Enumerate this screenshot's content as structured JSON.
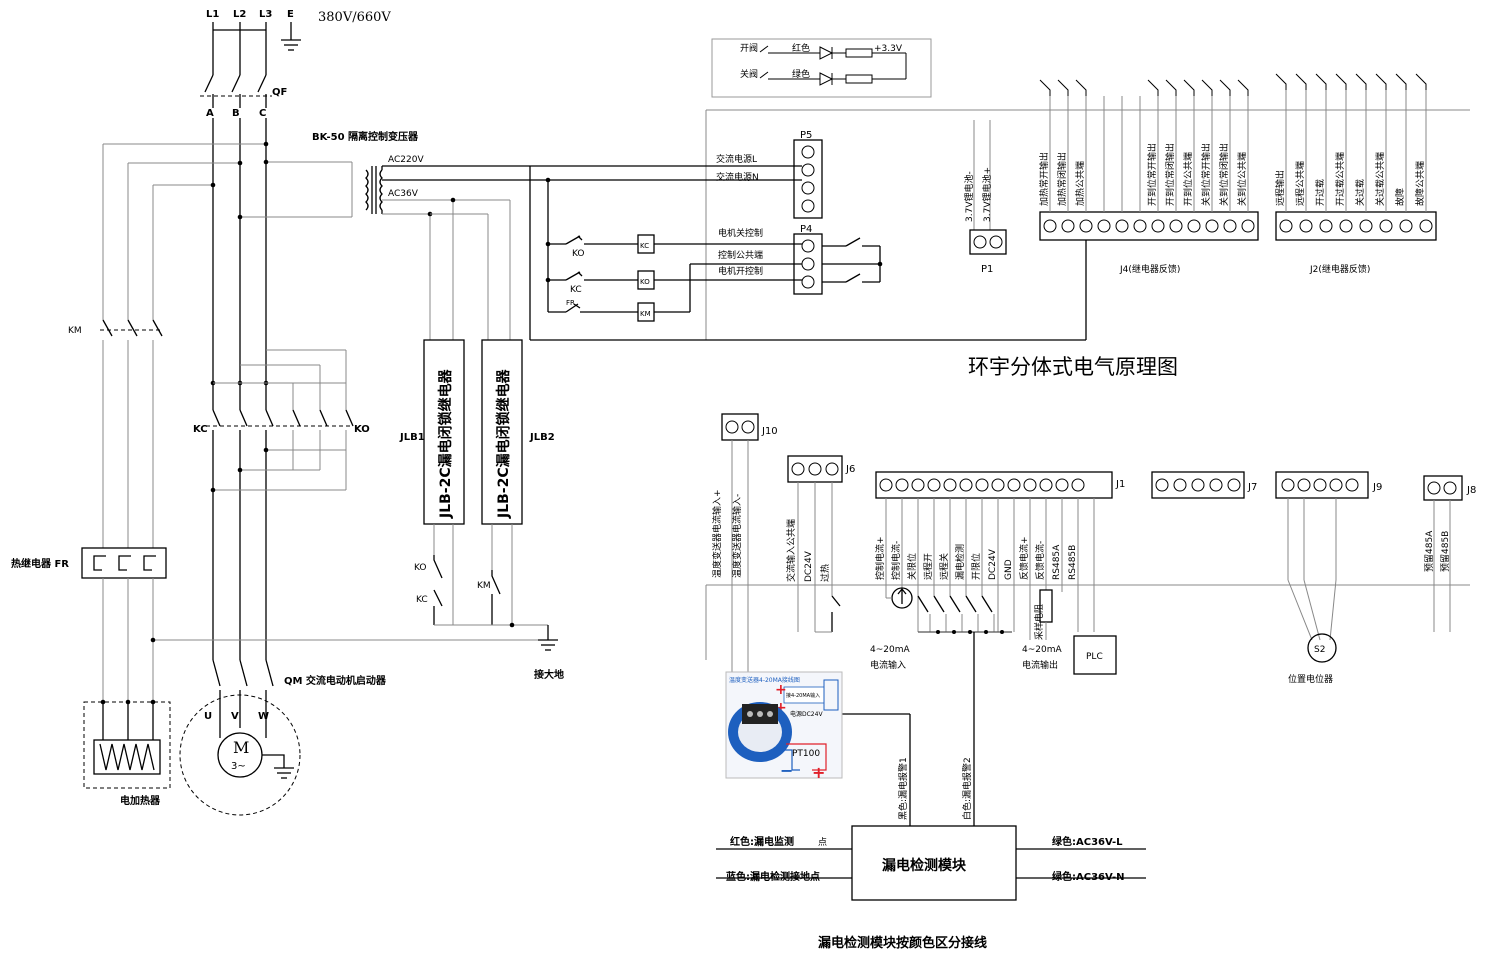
{
  "title": "环宇分体式电气原理图",
  "bottom_title": "漏电检测模块按颜色区分接线",
  "power": {
    "phases": [
      "L1",
      "L2",
      "L3",
      "E"
    ],
    "voltage": "380V/660V",
    "breaker_labels": [
      "A",
      "B",
      "C",
      "QF"
    ]
  },
  "transformer": {
    "label": "BK-50  隔离控制变压器",
    "ac220": "AC220V",
    "ac36": "AC36V"
  },
  "contactors": {
    "km": "KM",
    "kc": "KC",
    "ko": "KO"
  },
  "thermal_relay": "热继电器 FR",
  "motor": {
    "qm_label": "QM  交流电动机启动器",
    "uvw": [
      "U",
      "V",
      "W"
    ],
    "symbol_top": "M",
    "symbol_bottom": "3~"
  },
  "heater": "电加热器",
  "jlb": {
    "relay1_text": "JLB-2C漏电闭锁继电器",
    "relay2_text": "JLB-2C漏电闭锁继电器",
    "label1": "JLB1",
    "label2": "JLB2",
    "contacts": [
      "KO",
      "KC",
      "KM"
    ]
  },
  "ground_label": "接大地",
  "indicator": {
    "open_label": "开阀",
    "close_label": "关阀",
    "red": "红色",
    "green": "绿色",
    "supply": "+3.3V"
  },
  "p5": {
    "label": "P5",
    "lines": [
      "交流电源L",
      "交流电源N"
    ]
  },
  "p4": {
    "label": "P4",
    "lines": [
      "电机关控制",
      "控制公共端",
      "电机开控制"
    ]
  },
  "ctrl_relays": [
    "KO",
    "KC",
    "FR",
    "KC",
    "KO",
    "KM"
  ],
  "p1": {
    "label": "P1",
    "pins": [
      "3.7V锂电池-",
      "3.7V锂电池+"
    ]
  },
  "j4": {
    "label": "J4(继电器反馈)",
    "pins": [
      "加热常开输出",
      "加热常闭输出",
      "加热公共端",
      "",
      "",
      "",
      "开到位常开输出",
      "开到位常闭输出",
      "开到位公共端",
      "关到位常开输出",
      "关到位常闭输出",
      "关到位公共端"
    ]
  },
  "j2": {
    "label": "J2(继电器反馈)",
    "pins": [
      "远程输出",
      "远程公共端",
      "开过载",
      "开过载公共端",
      "关过载",
      "关过载公共端",
      "故障",
      "故障公共端"
    ]
  },
  "j10": {
    "label": "J10",
    "pins": [
      "温度变送器电流输入+",
      "温度变送器电流输入-"
    ]
  },
  "j6": {
    "label": "J6",
    "pins": [
      "交流输入公共端",
      "DC24V",
      "过热"
    ]
  },
  "j1": {
    "label": "J1",
    "pins": [
      "控制电流+",
      "控制电流-",
      "关限位",
      "远程开",
      "远程关",
      "漏电检测",
      "开限位",
      "DC24V",
      "GND",
      "反馈电流+",
      "反馈电流-",
      "RS485A",
      "RS485B"
    ]
  },
  "j7": {
    "label": "J7"
  },
  "j9": {
    "label": "J9"
  },
  "j8": {
    "label": "J8",
    "pins": [
      "预留485A",
      "预留485B"
    ]
  },
  "current_input": [
    "4~20mA",
    "电流输入"
  ],
  "current_output": [
    "4~20mA",
    "电流输出"
  ],
  "sampling_resistor": "采样电阻",
  "plc": "PLC",
  "pot": {
    "symbol": "S2",
    "label": "位置电位器"
  },
  "sensor_photo": {
    "header": "温度变送器4-20MA接线图",
    "side_note": "接4-20MA输入",
    "dc_label": "电源DC24V",
    "pt_label": "PT100"
  },
  "alarm": {
    "wire1": "黑色:漏电报警1",
    "wire2": "白色:漏电报警2"
  },
  "leak_module": {
    "name": "漏电检测模块",
    "left1": "红色:漏电监测",
    "left1_suffix": "点",
    "left2": "蓝色:漏电检测接地点",
    "right1": "绿色:AC36V-L",
    "right2": "绿色:AC36V-N"
  },
  "colors": {
    "wire": "#000000",
    "grey_wire": "#888888",
    "indicator_red": "#e0202a",
    "sensor_blue": "#1d5fbf"
  }
}
